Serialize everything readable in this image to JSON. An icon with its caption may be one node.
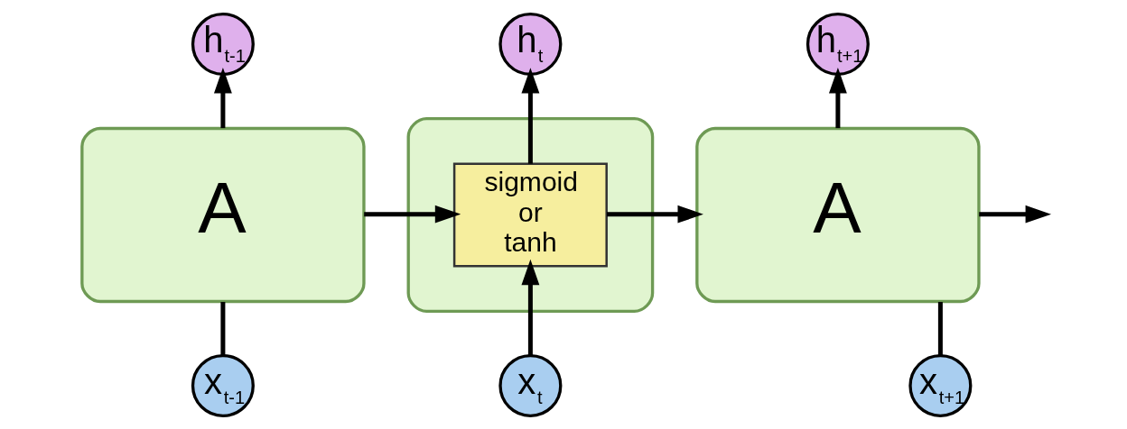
{
  "diagram": {
    "nodes": [
      {
        "text": [
          "A"
        ]
      },
      {
        "text": [],
        "shape": "box"
      },
      {
        "text": [
          "sigmoid or tanh"
        ],
        "in": 1
      },
      {
        "text": [
          "A"
        ]
      },
      {
        "text": [
          "h$_{t-1}$"
        ]
      },
      {
        "text": [
          "h$_{t}$"
        ]
      },
      {
        "text": [
          "h$_{t+1}$"
        ]
      },
      {
        "text": [
          "x$_{t-1}$"
        ]
      },
      {
        "text": [
          "x$_{t}$"
        ]
      },
      {
        "text": [
          "x$_{t+1}$"
        ]
      }
    ],
    "edges": [
      {
        "from": 7,
        "to": 0,
        "arrow": "none"
      },
      {
        "from": 0,
        "to": 4,
        "arrow": "to"
      },
      {
        "from": 0,
        "to": 2,
        "arrow": "to"
      },
      {
        "from": 8,
        "to": 2,
        "arrow": "to"
      },
      {
        "from": 2,
        "to": 5,
        "arrow": "to"
      },
      {
        "from": 2,
        "to": 3,
        "arrow": "to"
      },
      {
        "from": 9,
        "to": 3,
        "arrow": "none"
      },
      {
        "from": 3,
        "to": 6,
        "arrow": "to"
      },
      {
        "from": 3,
        "to": null,
        "arrow": "to"
      }
    ]
  }
}
